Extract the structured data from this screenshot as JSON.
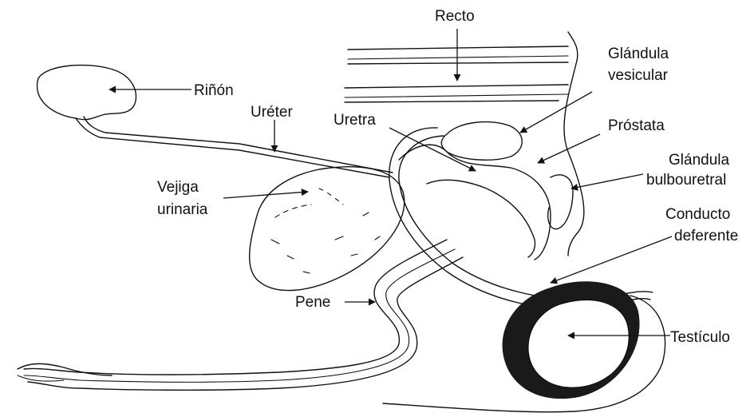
{
  "labels": {
    "recto": "Recto",
    "glandula_vesicular_1": "Glándula",
    "glandula_vesicular_2": "vesicular",
    "rinon": "Riñón",
    "ureter": "Uréter",
    "uretra": "Uretra",
    "prostata": "Próstata",
    "glandula_bulbouretral_1": "Glándula",
    "glandula_bulbouretral_2": "bulbouretral",
    "vejiga_1": "Vejiga",
    "vejiga_2": "urinaria",
    "conducto_1": "Conducto",
    "conducto_2": "deferente",
    "pene": "Pene",
    "testiculo": "Testículo"
  },
  "colors": {
    "ink": "#111111",
    "background": "#ffffff"
  }
}
